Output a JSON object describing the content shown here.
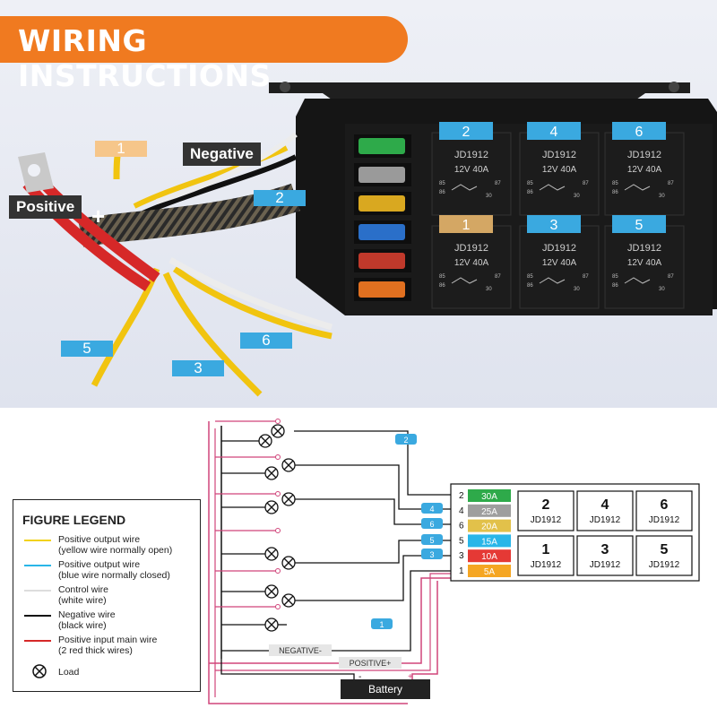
{
  "title": "WIRING INSTRUCTIONS",
  "photo_labels": {
    "negative": "Negative",
    "positive": "Positive",
    "positive_terminal": "+"
  },
  "photo_wire_tags": [
    "1",
    "2",
    "5",
    "6",
    "3"
  ],
  "relay_box": {
    "relay_model": "JD1912",
    "relay_rating": "12V  40A",
    "relay_pins": [
      "85",
      "86",
      "87",
      "30"
    ],
    "relay_tags": [
      "2",
      "4",
      "6",
      "1",
      "3",
      "5"
    ],
    "fuse_colors": [
      "#2eaa4a",
      "#9a9a9a",
      "#d9a820",
      "#2a6fc9",
      "#c0392b",
      "#e07020"
    ]
  },
  "legend": {
    "title": "FIGURE LEGEND",
    "items": [
      {
        "label": "Positive output wire\n(yellow wire normally open)",
        "color": "#f2d21b"
      },
      {
        "label": "Positive output wire\n(blue wire normally closed)",
        "color": "#29b6e8"
      },
      {
        "label": "Control wire\n(white wire)",
        "color": "#dddddd"
      },
      {
        "label": "Negative wire\n(black wire)",
        "color": "#111111"
      },
      {
        "label": "Positive input main wire\n(2 red thick wires)",
        "color": "#d62828"
      }
    ],
    "load_label": "Load"
  },
  "fuse_table": [
    {
      "num": "2",
      "rating": "30A",
      "color": "#2eaa4a"
    },
    {
      "num": "4",
      "rating": "25A",
      "color": "#9e9e9e"
    },
    {
      "num": "6",
      "rating": "20A",
      "color": "#e2c14a"
    },
    {
      "num": "5",
      "rating": "15A",
      "color": "#29b6e8"
    },
    {
      "num": "3",
      "rating": "10A",
      "color": "#e53935"
    },
    {
      "num": "1",
      "rating": "5A",
      "color": "#f5a623"
    }
  ],
  "relay_grid": [
    {
      "num": "2",
      "model": "JD1912"
    },
    {
      "num": "4",
      "model": "JD1912"
    },
    {
      "num": "6",
      "model": "JD1912"
    },
    {
      "num": "1",
      "model": "JD1912"
    },
    {
      "num": "3",
      "model": "JD1912"
    },
    {
      "num": "5",
      "model": "JD1912"
    }
  ],
  "wire_tags": [
    "2",
    "4",
    "6",
    "5",
    "3",
    "1"
  ],
  "bus_labels": {
    "negative": "NEGATIVE-",
    "positive": "POSITIVE+"
  },
  "battery": {
    "label": "Battery",
    "neg": "-",
    "pos": "+"
  }
}
